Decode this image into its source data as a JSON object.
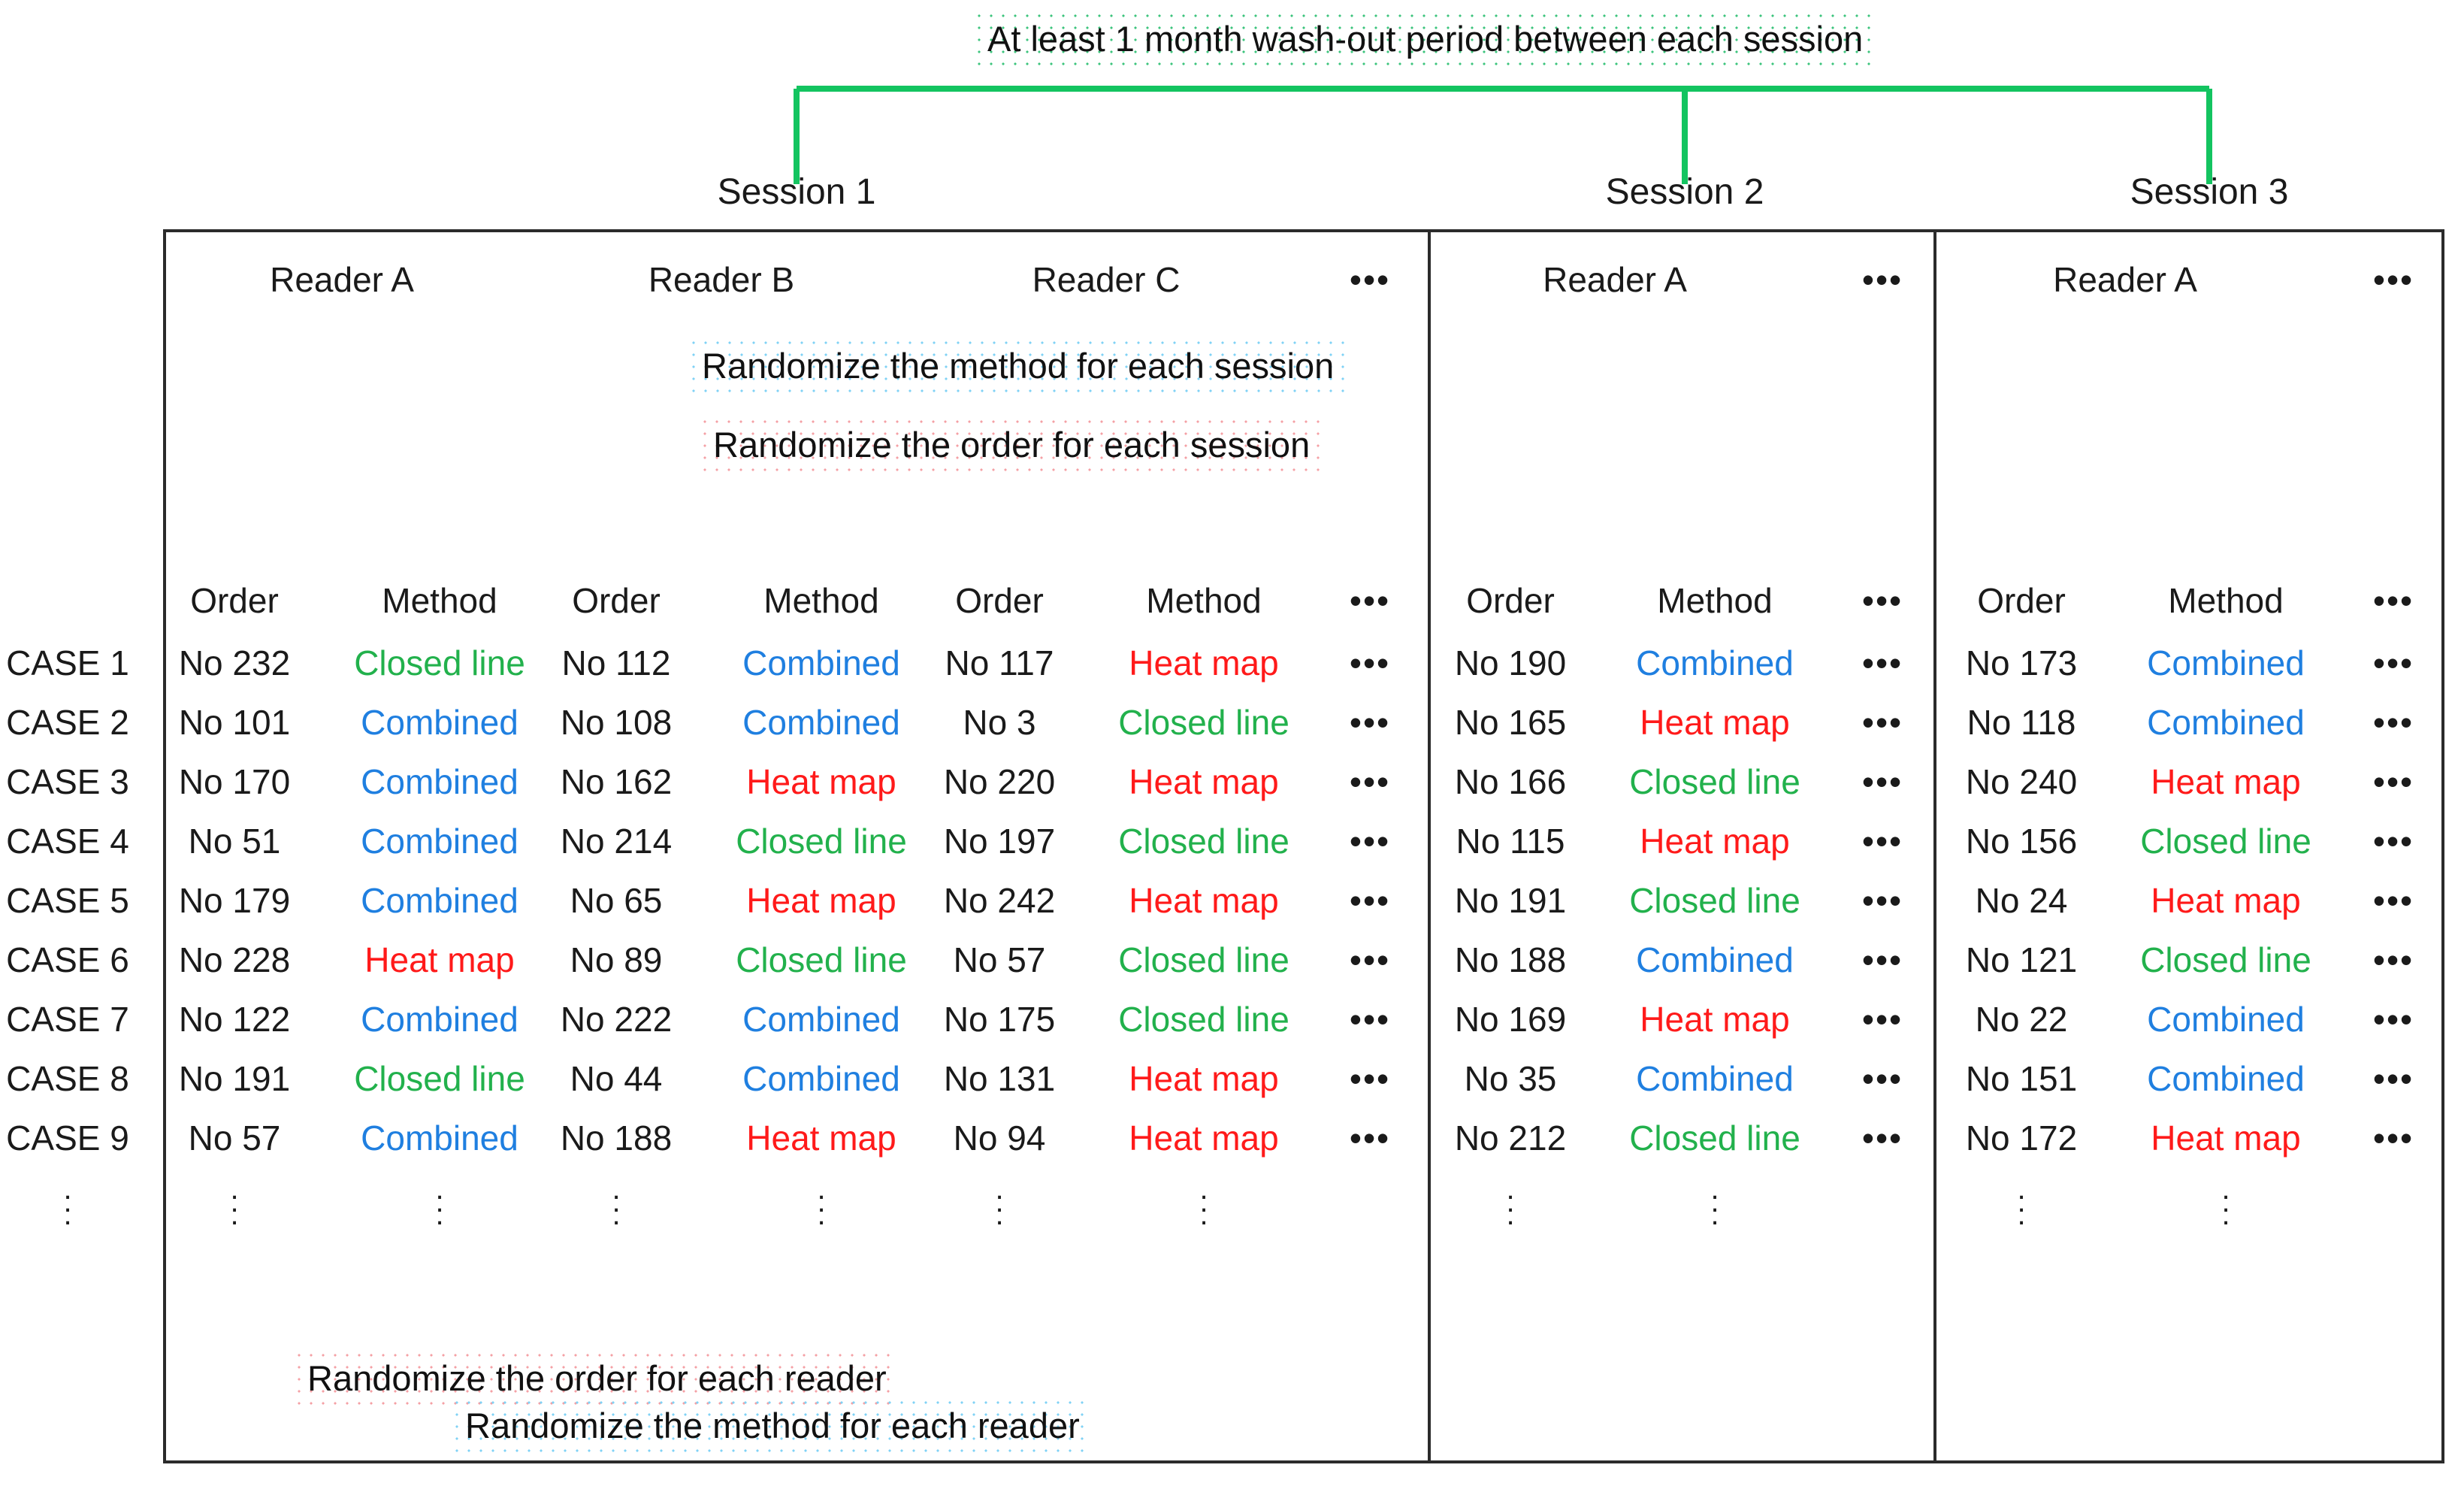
{
  "colors": {
    "closed_line": "#22b14c",
    "combined": "#1f7fe0",
    "heat_map": "#ff1a1a",
    "wash_out_bracket": "#13c460",
    "method_bracket": "#29b6f0",
    "order_bracket": "#f81313",
    "frame": "#2b2b2b"
  },
  "annotations": {
    "wash_out": "At least 1 month wash-out period between each session",
    "method_per_session": "Randomize the method for each session",
    "order_per_session": "Randomize the order for each session",
    "order_per_reader": "Randomize the order for each reader",
    "method_per_reader": "Randomize the method for each reader"
  },
  "sessions": [
    {
      "label": "Session 1",
      "readers": [
        "Reader A",
        "Reader B",
        "Reader C"
      ],
      "ellipsis": "•••"
    },
    {
      "label": "Session 2",
      "readers": [
        "Reader A"
      ],
      "ellipsis": "•••"
    },
    {
      "label": "Session 3",
      "readers": [
        "Reader A"
      ],
      "ellipsis": "•••"
    }
  ],
  "column_headers": {
    "order": "Order",
    "method": "Method",
    "ellipsis": "•••"
  },
  "vertical_ellipsis": "⋮",
  "case_labels": [
    "CASE 1",
    "CASE 2",
    "CASE 3",
    "CASE 4",
    "CASE 5",
    "CASE 6",
    "CASE 7",
    "CASE 8",
    "CASE 9"
  ],
  "table_data": {
    "s1_readerA": {
      "order": [
        "No 232",
        "No 101",
        "No 170",
        "No 51",
        "No 179",
        "No 228",
        "No 122",
        "No 191",
        "No 57"
      ],
      "method": [
        "Closed line",
        "Combined",
        "Combined",
        "Combined",
        "Combined",
        "Heat map",
        "Combined",
        "Closed line",
        "Combined"
      ]
    },
    "s1_readerB": {
      "order": [
        "No 112",
        "No 108",
        "No 162",
        "No 214",
        "No 65",
        "No 89",
        "No 222",
        "No 44",
        "No 188"
      ],
      "method": [
        "Combined",
        "Combined",
        "Heat map",
        "Closed line",
        "Heat map",
        "Closed line",
        "Combined",
        "Combined",
        "Heat map"
      ]
    },
    "s1_readerC": {
      "order": [
        "No 117",
        "No 3",
        "No 220",
        "No 197",
        "No 242",
        "No 57",
        "No 175",
        "No 131",
        "No 94"
      ],
      "method": [
        "Heat map",
        "Closed line",
        "Heat map",
        "Closed line",
        "Heat map",
        "Closed line",
        "Closed line",
        "Heat map",
        "Heat map"
      ]
    },
    "s2_readerA": {
      "order": [
        "No 190",
        "No 165",
        "No 166",
        "No 115",
        "No 191",
        "No 188",
        "No 169",
        "No 35",
        "No 212"
      ],
      "method": [
        "Combined",
        "Heat map",
        "Closed line",
        "Heat map",
        "Closed line",
        "Combined",
        "Heat map",
        "Combined",
        "Closed line"
      ]
    },
    "s3_readerA": {
      "order": [
        "No 173",
        "No 118",
        "No 240",
        "No 156",
        "No 24",
        "No 121",
        "No 22",
        "No 151",
        "No 172"
      ],
      "method": [
        "Combined",
        "Combined",
        "Heat map",
        "Closed line",
        "Heat map",
        "Closed line",
        "Combined",
        "Combined",
        "Heat map"
      ]
    }
  }
}
